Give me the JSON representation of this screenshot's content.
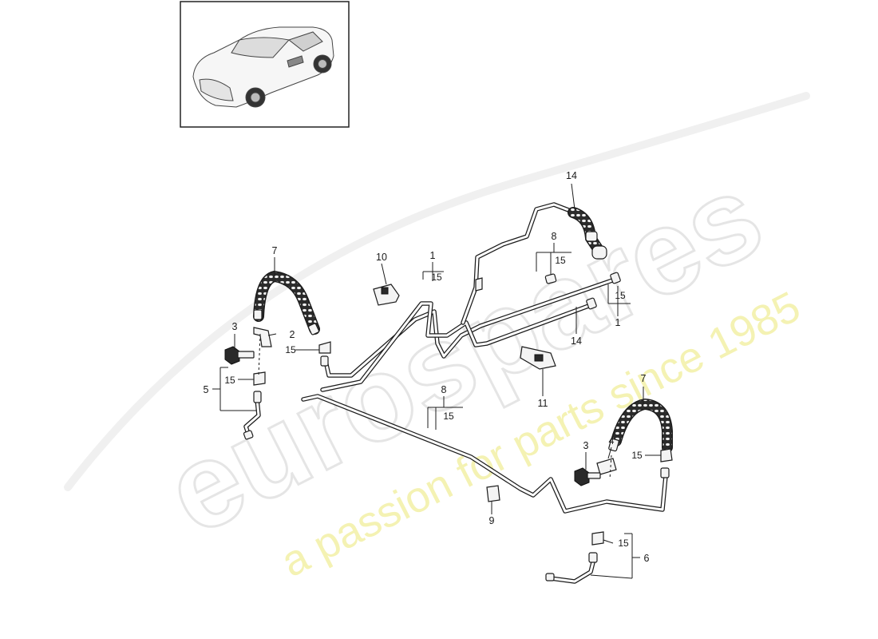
{
  "watermark": {
    "brand": "eurospares",
    "slogan": "a passion for parts since 1985",
    "brand_color": "#e6e6e6",
    "slogan_color": "#f2ef9c"
  },
  "thumbnail": {
    "icon": "convertible-car-icon"
  },
  "callouts": {
    "c1a": "1",
    "c15_1a": "15",
    "c1b": "1",
    "c15_1b": "15",
    "c2": "2",
    "c3a": "3",
    "c3b": "3",
    "c4": "4",
    "c5": "5",
    "c15_5": "15",
    "c6": "6",
    "c15_6": "15",
    "c7a": "7",
    "c7b": "7",
    "c8a": "8",
    "c15_8a": "15",
    "c8b": "8",
    "c15_8b": "15",
    "c9": "9",
    "c10": "10",
    "c11": "11",
    "c14a": "14",
    "c14b": "14",
    "c15a": "15",
    "c15b": "15"
  }
}
